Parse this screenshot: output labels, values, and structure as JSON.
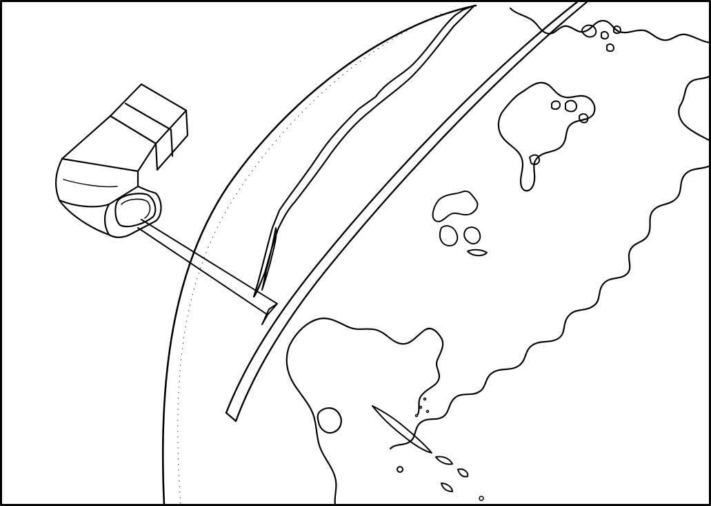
{
  "figure": {
    "kind": "line-drawing",
    "ink_color": "#000000",
    "background_color": "#ffffff",
    "elements": [
      "satellite-sensor",
      "scan-beam",
      "earth-limb",
      "atmosphere-limb",
      "swath-strip",
      "coastlines"
    ]
  }
}
